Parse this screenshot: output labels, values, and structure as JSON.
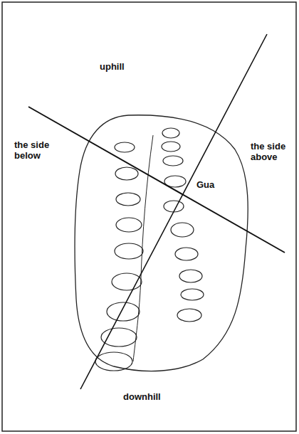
{
  "diagram": {
    "labels": [
      "uphill",
      "the side below",
      "Gua",
      "the side above",
      "downhill"
    ]
  }
}
